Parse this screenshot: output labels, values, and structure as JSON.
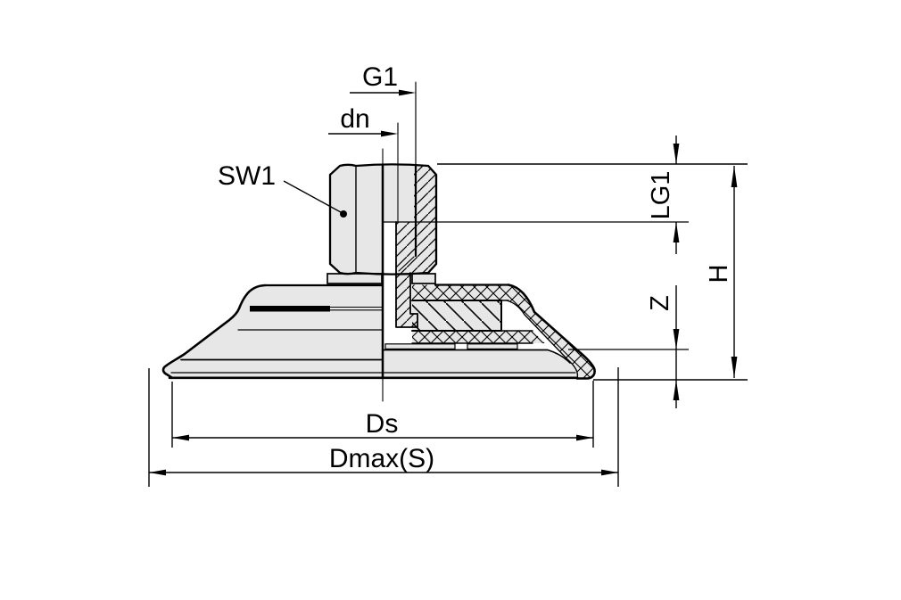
{
  "drawing": {
    "description": "suction-cup-fitting-cross-section",
    "colors": {
      "background": "#ffffff",
      "part_fill": "#e7e7e7",
      "line": "#000000"
    },
    "labels": {
      "g1": "G1",
      "dn": "dn",
      "sw1": "SW1",
      "lg1": "LG1",
      "h": "H",
      "z": "Z",
      "ds": "Ds",
      "dmax": "Dmax(S)"
    }
  }
}
